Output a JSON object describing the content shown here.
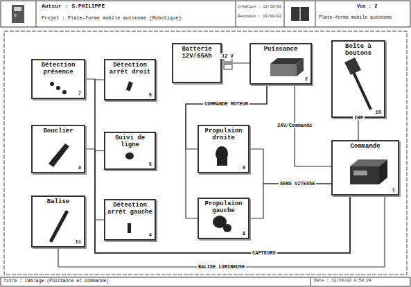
{
  "diagram": {
    "nodes": [
      {
        "text": [
          "Détection présence",
          "7"
        ]
      },
      {
        "text": [
          "Détection arrêt droit",
          "5"
        ]
      },
      {
        "text": [
          "Batterie 12V/65Ah"
        ]
      },
      {
        "text": [
          "Puissance",
          "2"
        ]
      },
      {
        "text": [
          "Boîte à boutons",
          "10"
        ]
      },
      {
        "text": [
          "Bouclier",
          "3"
        ]
      },
      {
        "text": [
          "Suivi de ligne",
          "6"
        ]
      },
      {
        "text": [
          "Propulsion droite",
          "9"
        ]
      },
      {
        "text": [
          "Commande",
          "1"
        ]
      },
      {
        "text": [
          "Balise",
          "11"
        ]
      },
      {
        "text": [
          "Détection arrêt gauche",
          "4"
        ]
      },
      {
        "text": [
          "Propulsion gauche",
          "8"
        ]
      }
    ],
    "edges": [
      {
        "from": 2,
        "to": 3,
        "arrow": "none",
        "label": "12 V"
      },
      {
        "from": 3,
        "to": 8,
        "arrow": "none",
        "label": "24V/Commande"
      },
      {
        "from": 4,
        "to": 8,
        "arrow": "none",
        "label": "IHM"
      },
      {
        "from": 3,
        "to": 7,
        "arrow": "none",
        "label": "COMMANDE MOTEUR"
      },
      {
        "from": 3,
        "to": 11,
        "arrow": "none"
      },
      {
        "from": 8,
        "to": 7,
        "arrow": "none"
      },
      {
        "from": 8,
        "to": 11,
        "arrow": "none",
        "label": "SENS VITESSE"
      },
      {
        "from": 8,
        "to": 0,
        "arrow": "none",
        "label": "CAPTEURS"
      },
      {
        "from": 8,
        "to": 5,
        "arrow": "none"
      },
      {
        "from": 8,
        "to": 1,
        "arrow": "none"
      },
      {
        "from": 8,
        "to": 6,
        "arrow": "none"
      },
      {
        "from": 8,
        "to": 10,
        "arrow": "none"
      },
      {
        "from": 8,
        "to": 9,
        "arrow": "none",
        "label": "BALISE LUMINEUSE"
      }
    ],
    "labels": [
      "Auteur : S.PHILIPPE",
      "Projet : Plate-forme mobile autonome (Robotique)",
      "Création : 12/10/02",
      "Révision : 13/10/02",
      "Vue : 2",
      "Plate-forme mobile autonome",
      "Titre : Câblage (Puissance et commande)",
      "Date : 12/10/02 8:58:24"
    ]
  }
}
